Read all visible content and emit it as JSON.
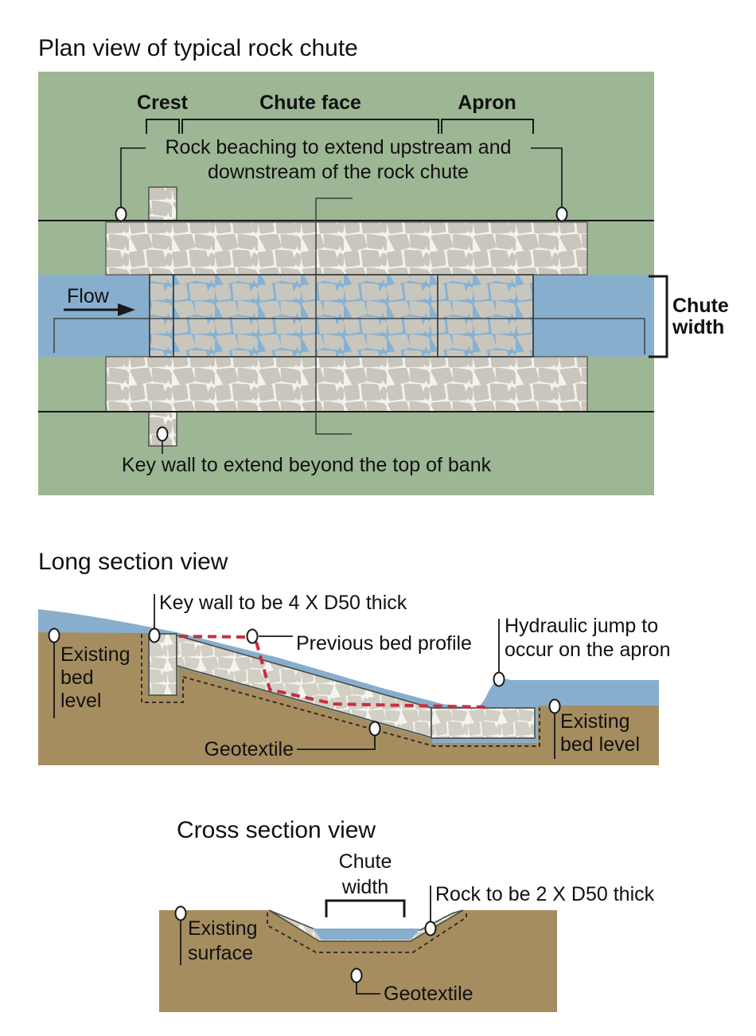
{
  "colors": {
    "green": "#9DB694",
    "water": "#88AECD",
    "soil": "#A68D60",
    "rock": "#C9C6BD",
    "rock_light": "#D2CFC5",
    "joint": "#F3F2ED",
    "red_profile": "#C62F40",
    "line": "#1A1C1E"
  },
  "plan_view": {
    "title": "Plan view of typical rock chute",
    "labels": {
      "crest": "Crest",
      "chute_face": "Chute face",
      "apron": "Apron"
    },
    "rock_beaching_note": {
      "line1": "Rock beaching to extend upstream and",
      "line2": "downstream of the rock chute"
    },
    "flow_label": "Flow",
    "chute_width": {
      "line1": "Chute",
      "line2": "width"
    },
    "key_wall_note": "Key wall to extend beyond the top of bank"
  },
  "long_section": {
    "title": "Long section view",
    "key_wall_label": "Key wall to be 4 X D50 thick",
    "previous_bed_label": "Previous bed profile",
    "hydraulic_jump": {
      "line1": "Hydraulic jump to",
      "line2": "occur on the apron"
    },
    "existing_bed_left": {
      "line1": "Existing",
      "line2": "bed",
      "line3": "level"
    },
    "geotextile_label": "Geotextile",
    "existing_bed_right": {
      "line1": "Existing",
      "line2": "bed level"
    }
  },
  "cross_section": {
    "title": "Cross section view",
    "chute_width": {
      "line1": "Chute",
      "line2": "width"
    },
    "rock_thickness_label": "Rock to be 2 X D50 thick",
    "existing_surface": {
      "line1": "Existing",
      "line2": "surface"
    },
    "geotextile_label": "Geotextile"
  }
}
